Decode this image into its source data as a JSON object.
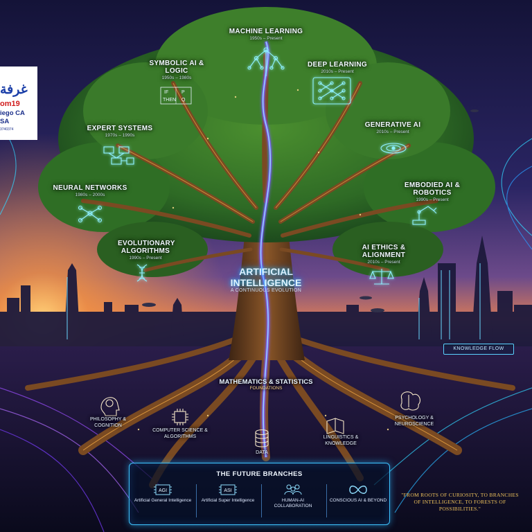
{
  "colors": {
    "sky_top": "#1a1a4a",
    "sunset": "#f7a440",
    "canopy": "#2f6e2a",
    "trunk": "#6b3f1d",
    "glow_cyan": "#32d6ff",
    "glow_purple": "#9b4dff",
    "quote_gold": "#f1c55c"
  },
  "center": {
    "title": "ARTIFICIAL INTELLIGENCE",
    "subtitle": "A CONTINUOUS EVOLUTION"
  },
  "branches": [
    {
      "title": "MACHINE LEARNING",
      "years": "1950s – Present",
      "icon": "neural-tree-icon"
    },
    {
      "title": "SYMBOLIC AI & LOGIC",
      "years": "1950s – 1980s",
      "icon": "if-then-logic-icon"
    },
    {
      "title": "DEEP LEARNING",
      "years": "2010s – Present",
      "icon": "deep-network-icon"
    },
    {
      "title": "EXPERT SYSTEMS",
      "years": "1970s – 1990s",
      "icon": "flowchart-icon"
    },
    {
      "title": "GENERATIVE AI",
      "years": "2010s – Present",
      "icon": "galaxy-icon"
    },
    {
      "title": "NEURAL NETWORKS",
      "years": "1980s – 2000s",
      "icon": "network-nodes-icon"
    },
    {
      "title": "EMBODIED AI & ROBOTICS",
      "years": "1990s – Present",
      "icon": "robot-arm-icon"
    },
    {
      "title": "EVOLUTIONARY ALGORITHMS",
      "years": "1990s – Present",
      "icon": "dna-icon"
    },
    {
      "title": "AI ETHICS & ALIGNMENT",
      "years": "2010s – Present",
      "icon": "scales-icon"
    }
  ],
  "logic_icon": {
    "if": "IF",
    "p": "P",
    "then": "THEN",
    "q": "Q"
  },
  "roots": {
    "foundation_title": "MATHEMATICS & STATISTICS",
    "foundation_sub": "FOUNDATIONS",
    "items": [
      {
        "label": "PHILOSOPHY & COGNITION",
        "icon": "head-brain-icon"
      },
      {
        "label": "COMPUTER SCIENCE & ALGORITHMS",
        "icon": "chip-icon"
      },
      {
        "label": "DATA",
        "icon": "database-icon"
      },
      {
        "label": "LINGUISTICS & KNOWLEDGE",
        "icon": "book-icon"
      },
      {
        "label": "PSYCHOLOGY & NEUROSCIENCE",
        "icon": "brain-icon"
      }
    ]
  },
  "knowledge_flow": "KNOWLEDGE FLOW",
  "future": {
    "title": "THE FUTURE BRANCHES",
    "items": [
      {
        "badge": "AGI",
        "label": "Artificial General Intelligence",
        "icon": "agi-chip-icon"
      },
      {
        "badge": "ASI",
        "label": "Artificial Super Intelligence",
        "icon": "asi-chip-icon"
      },
      {
        "badge": "",
        "label": "HUMAN-AI COLLABORATION",
        "icon": "people-icon"
      },
      {
        "badge": "",
        "label": "CONSCIOUS AI & BEYOND",
        "icon": "infinity-icon"
      }
    ]
  },
  "quote": "\"FROM ROOTS OF CURIOSITY, TO BRANCHES OF INTELLIGENCE, TO FORESTS OF POSSIBILITIES.\"",
  "watermark": {
    "line1": "غرفة",
    "line2": "om19",
    "line3": "iego CA",
    "line4": "SA",
    "line5": "3740374"
  }
}
